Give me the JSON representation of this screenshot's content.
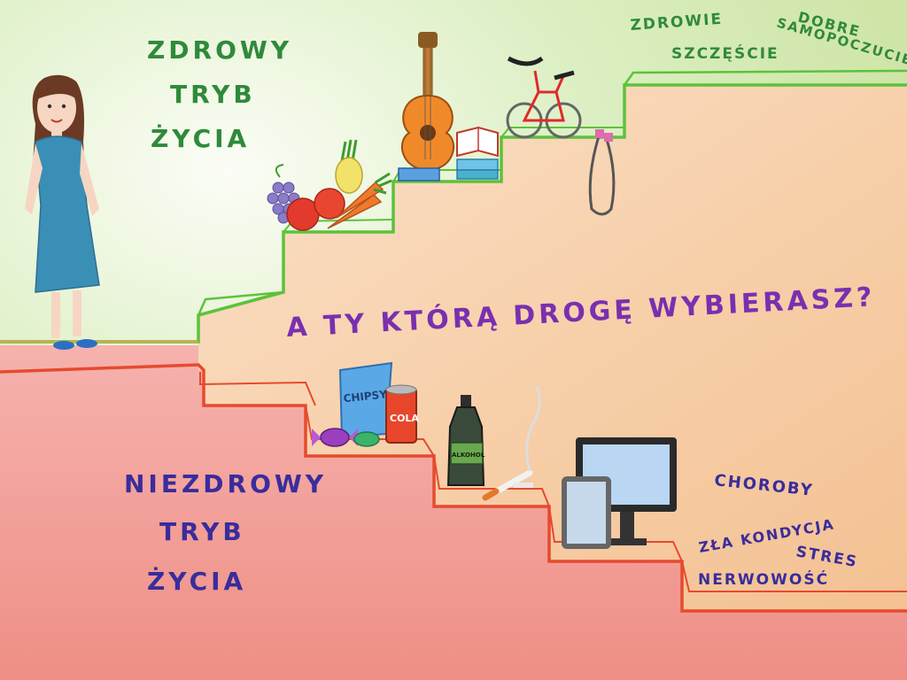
{
  "healthy": {
    "title_lines": [
      "ZDROWY",
      "TRYB",
      "ŻYCIA"
    ],
    "benefits": [
      "ZDROWIE",
      "SZCZĘŚCIE",
      "DOBRE",
      "SAMOPOCZUCIE"
    ]
  },
  "question": "A TY KTÓRĄ DROGĘ WYBIERASZ?",
  "unhealthy": {
    "title_lines": [
      "NIEZDROWY",
      "TRYB",
      "ŻYCIA"
    ],
    "effects": [
      "CHOROBY",
      "ZŁA KONDYCJA",
      "STRES",
      "NERWOWOŚĆ"
    ]
  },
  "labels": {
    "chips": "CHIPSY",
    "cola": "COLA",
    "alcohol": "ALKOHOL"
  },
  "colors": {
    "healthy_bg": "#d9ecc0",
    "stairs_fill": "#f7d6b6",
    "unhealthy_bg": "#f1a3a0",
    "green_line": "#5cc23a",
    "red_line": "#e64a2e"
  }
}
